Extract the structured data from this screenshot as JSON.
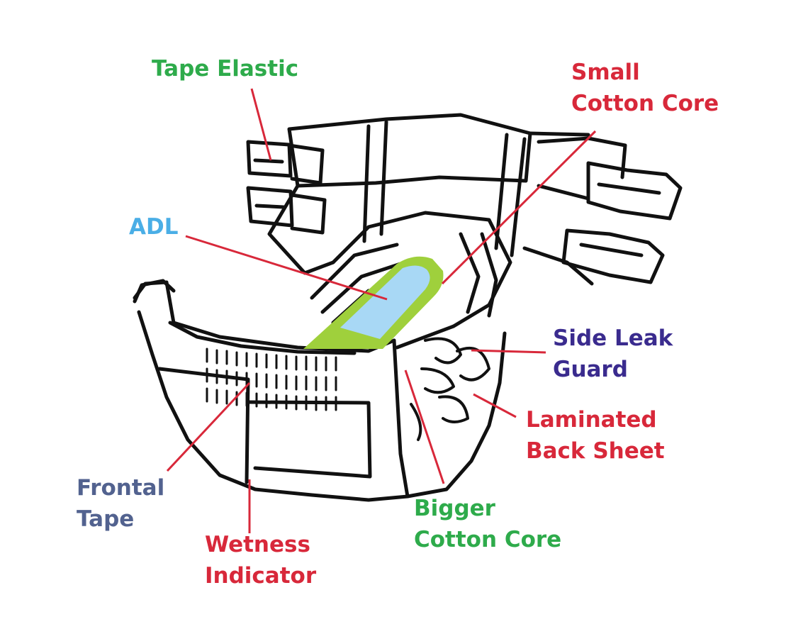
{
  "colors": {
    "outline": "#111111",
    "leader_red": "#d8283a",
    "green_text": "#2eab4b",
    "blue_text": "#4aaee6",
    "purple_text": "#3a2b8e",
    "slate_text": "#52628f",
    "adl_green_fill": "#9fd03c",
    "adl_blue_fill": "#a8d8f5"
  },
  "labels": {
    "tape_elastic": {
      "lines": [
        "Tape Elastic"
      ],
      "color": "#2eab4b"
    },
    "small_cotton_core": {
      "lines": [
        "Small",
        "Cotton Core"
      ],
      "color": "#d8283a"
    },
    "adl": {
      "lines": [
        "ADL"
      ],
      "color": "#4aaee6"
    },
    "side_leak_guard": {
      "lines": [
        "Side Leak",
        "Guard"
      ],
      "color": "#3a2b8e"
    },
    "laminated_back_sheet": {
      "lines": [
        "Laminated",
        "Back Sheet"
      ],
      "color": "#d8283a"
    },
    "bigger_cotton_core": {
      "lines": [
        "Bigger",
        "Cotton Core"
      ],
      "color": "#2eab4b"
    },
    "frontal_tape": {
      "lines": [
        "Frontal",
        "Tape"
      ],
      "color": "#52628f"
    },
    "wetness_indicator": {
      "lines": [
        "Wetness",
        "Indicator"
      ],
      "color": "#d8283a"
    }
  }
}
